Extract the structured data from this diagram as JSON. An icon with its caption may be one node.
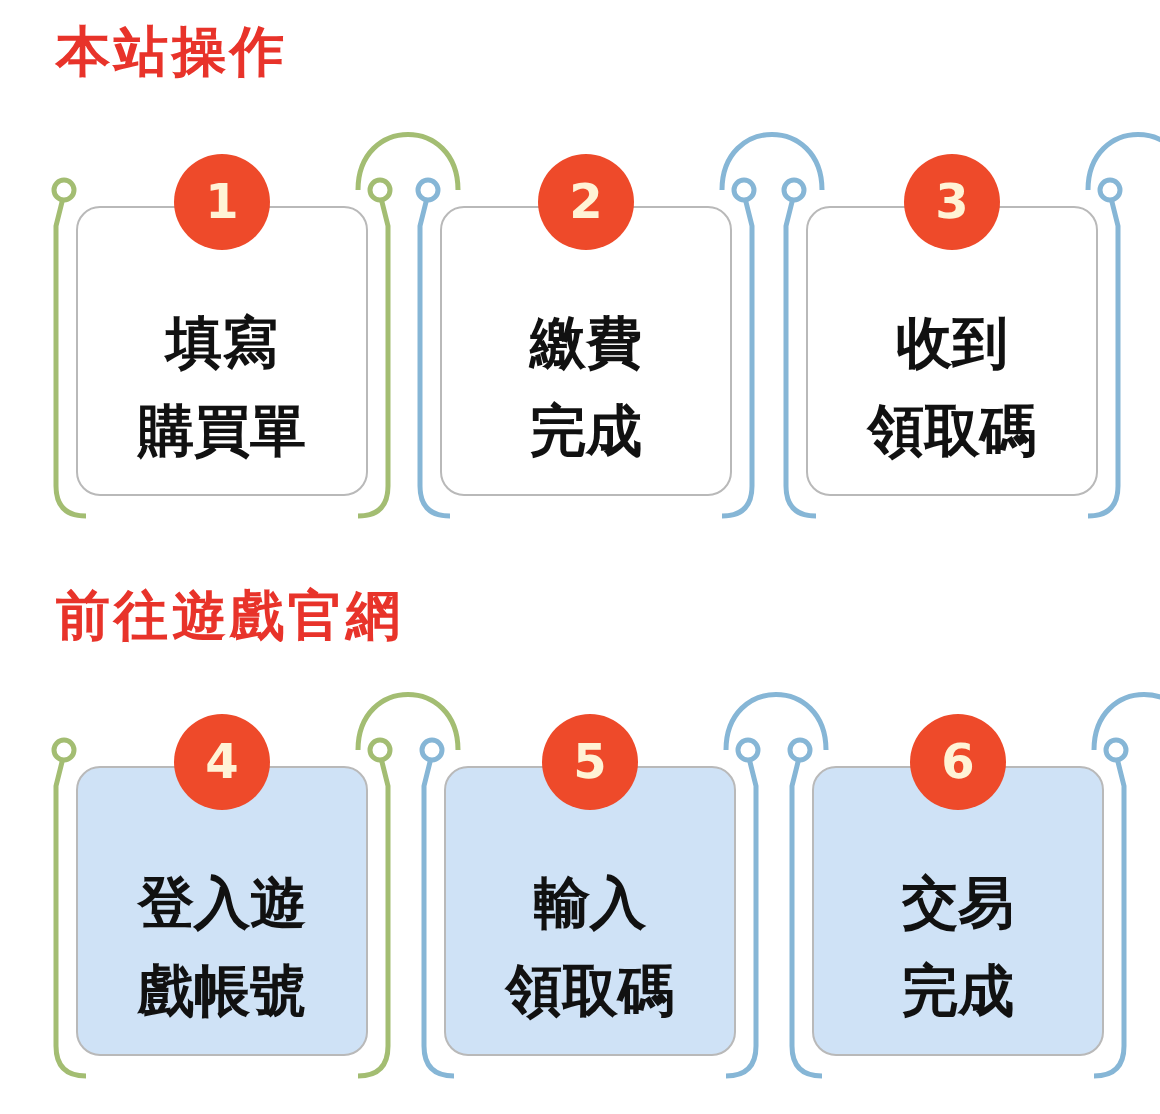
{
  "diagram": {
    "nodes": [
      {
        "text": [
          "1"
        ]
      },
      {
        "text": [
          "填寫購買單"
        ]
      },
      {
        "text": [
          "2"
        ]
      },
      {
        "text": [
          "繳費完成"
        ]
      },
      {
        "text": [
          "3"
        ]
      },
      {
        "text": [
          "收到領取碼"
        ]
      },
      {
        "text": [
          "4"
        ]
      },
      {
        "text": [
          "登入遊戲帳號"
        ]
      },
      {
        "text": [
          "5"
        ]
      },
      {
        "text": [
          "輸入領取碼"
        ]
      },
      {
        "text": [
          "6"
        ]
      },
      {
        "text": [
          "交易完成"
        ]
      }
    ],
    "edges": [],
    "labels": [
      "本站操作",
      "前往遊戲官網"
    ]
  }
}
